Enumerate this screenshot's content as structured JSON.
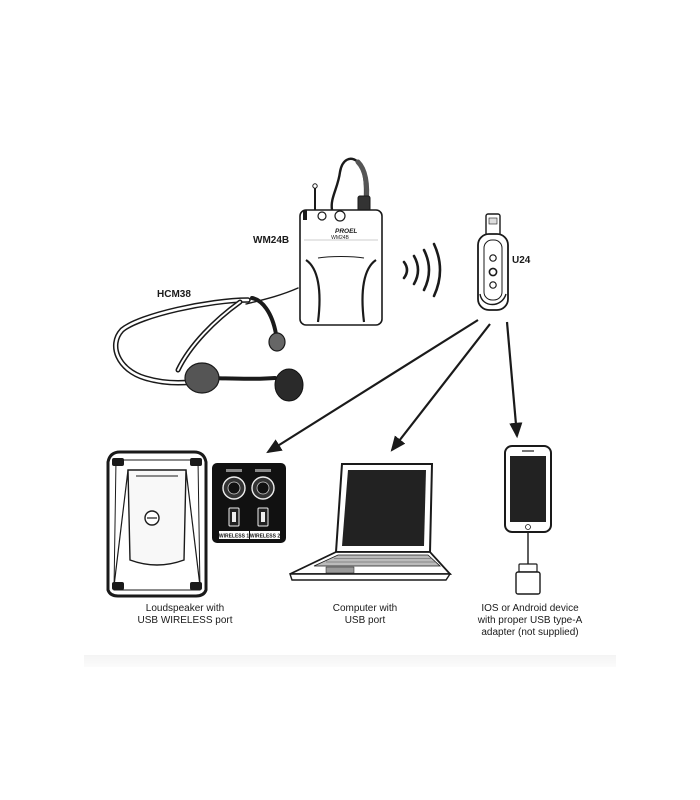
{
  "devices": {
    "transmitter": {
      "label": "WM24B",
      "brand": "PROEL",
      "model_text": "WM24B",
      "icon": "bodypack-transmitter-icon"
    },
    "headset": {
      "label": "HCM38",
      "icon": "headset-microphone-icon"
    },
    "receiver": {
      "label": "U24",
      "icon": "usb-receiver-icon"
    },
    "wireless_signal": {
      "icon": "wireless-signal-icon"
    },
    "loudspeaker": {
      "caption_line1": "Loudspeaker with",
      "caption_line2": "USB WIRELESS port",
      "panel_label_1": "WIRELESS 1",
      "panel_label_2": "WIRELESS 2",
      "icon": "loudspeaker-icon"
    },
    "computer": {
      "caption_line1": "Computer with",
      "caption_line2": "USB port",
      "icon": "laptop-icon"
    },
    "mobile": {
      "caption_line1": "IOS or Android device",
      "caption_line2": "with proper USB type-A",
      "caption_line3": "adapter (not supplied)",
      "icon": "smartphone-icon"
    }
  },
  "colors": {
    "line": "#1a1a1a",
    "panel": "#111111",
    "screen": "#222222"
  }
}
